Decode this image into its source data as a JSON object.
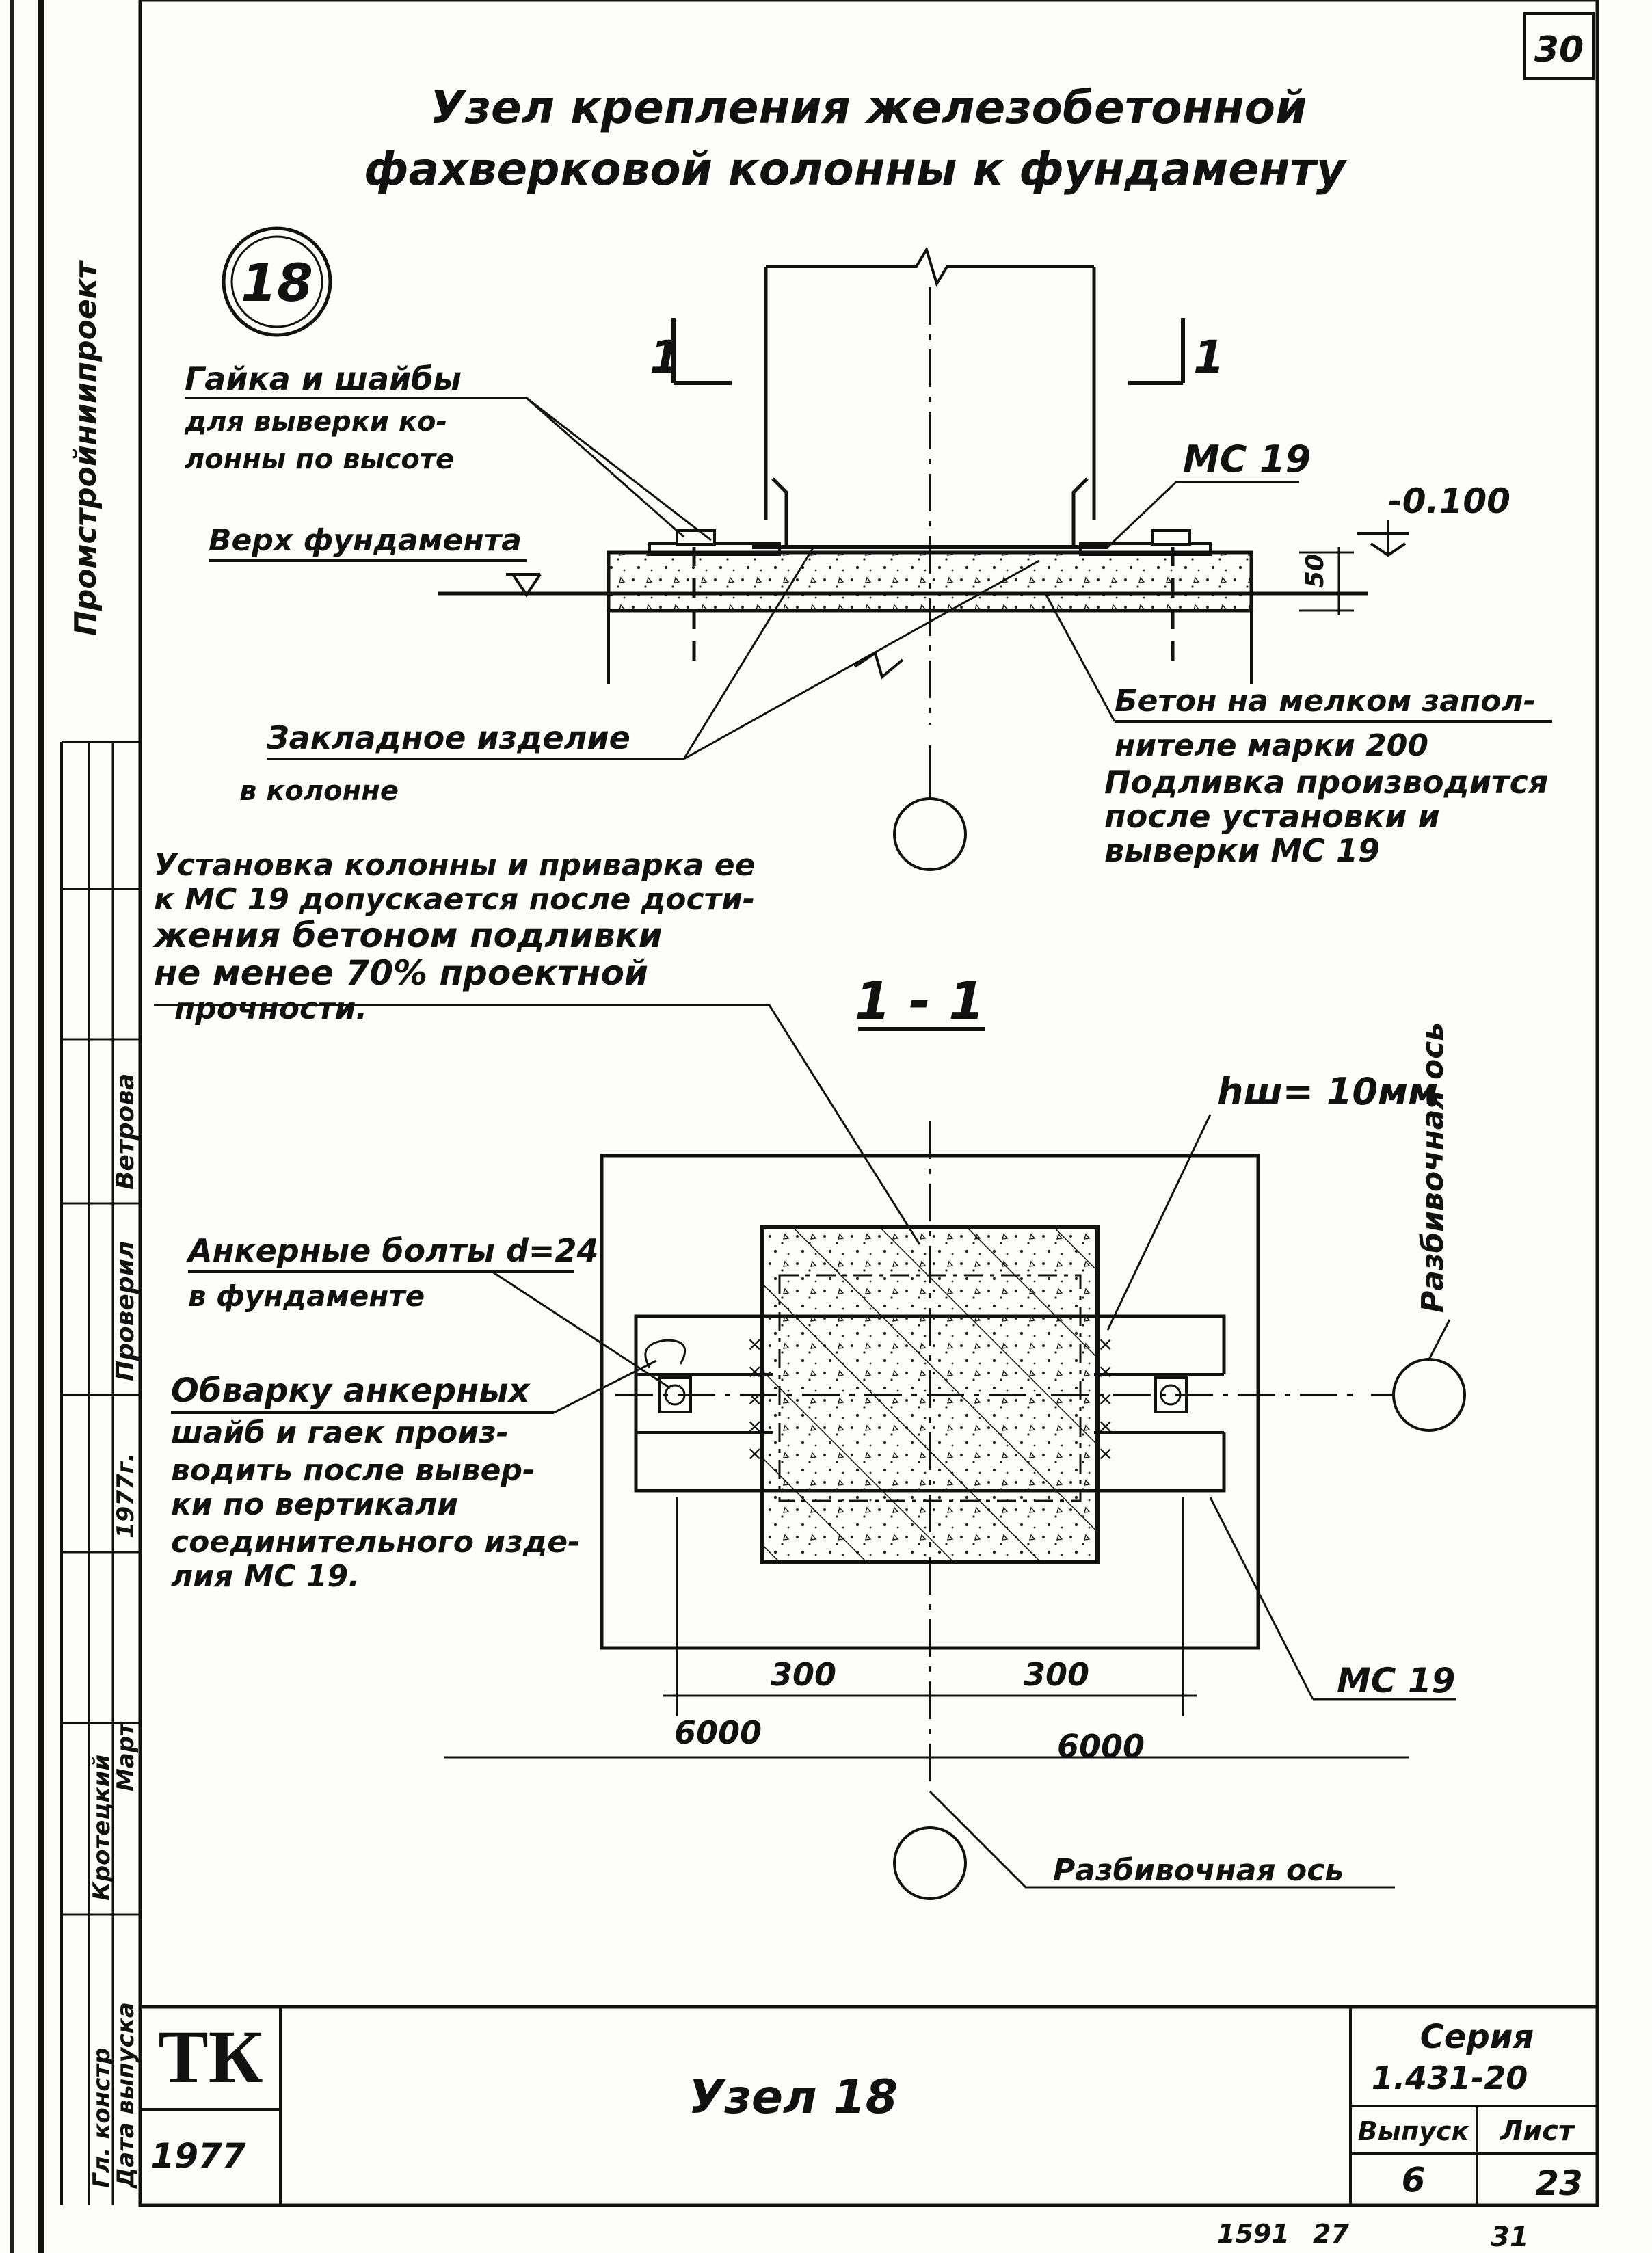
{
  "sheet_number": "30",
  "title_line1": "Узел крепления железобетонной",
  "title_line2": "фахверковой колонны к фундаменту",
  "node_mark": "18",
  "elevation_label": "1",
  "section_arrow_left": "1",
  "section_arrow_right": "1",
  "labels": {
    "nut_washers_1": "Гайка и шайбы",
    "nut_washers_2": "для выверки ко-",
    "nut_washers_3": "лонны по высоте",
    "top_foundation": "Верх фундамента",
    "mc19_top": "МС 19",
    "elev_mark": "-0.100",
    "dim_50": "50",
    "embedded_1": "Закладное изделие",
    "embedded_2": "в колонне",
    "concrete_1": "Бетон на мелком запол-",
    "concrete_2": "нителе марки 200",
    "concrete_3": "Подливка производится",
    "concrete_4": "после установки и",
    "concrete_5": "выверки МС 19",
    "install_1": "Установка колонны и приварка ее",
    "install_2": "к МС 19 допускается после дости-",
    "install_3": "жения бетоном подливки",
    "install_4": "не менее 70% проектной",
    "install_5": "прочности.",
    "section_title": "1 - 1",
    "hw_weld": "hш= 10мм",
    "axis_vertical": "Разбивочная ось",
    "anchor_1": "Анкерные болты d=24",
    "anchor_2": "в фундаменте",
    "weld_1": "Обварку анкерных",
    "weld_2": "шайб и гаек произ-",
    "weld_3": "водить после вывер-",
    "weld_4": "ки по вертикали",
    "weld_5": "соединительного изде-",
    "weld_6": "лия МС 19.",
    "mc19_plan": "МС 19",
    "dim_300_left": "300",
    "dim_300_right": "300",
    "dim_6000_left": "6000",
    "dim_6000_right": "6000",
    "axis_bottom": "Разбивочная ось"
  },
  "side_stamp": {
    "org": "Промстройниипроект",
    "row_checked_name": "Ветрова",
    "row_checked_role": "Проверил",
    "row_date_year": "1977г.",
    "row_chief": "Кротецкий",
    "row_month": "Март",
    "row_gip": "Гл. констр",
    "row_release": "Дата выпуска"
  },
  "title_block": {
    "logo": "ТК",
    "year": "1977",
    "node_name": "Узел 18",
    "series_label": "Серия",
    "series_value": "1.431-20",
    "issue_label": "Выпуск",
    "sheet_label": "Лист",
    "issue_value": "6",
    "sheet_value": "23"
  },
  "footer": {
    "code_left": "1591",
    "code_mid": "27",
    "code_right": "31"
  }
}
